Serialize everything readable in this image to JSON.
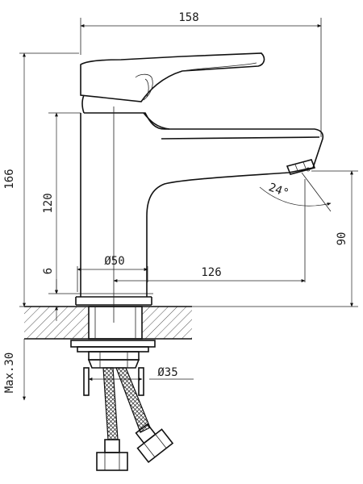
{
  "dimensions": {
    "overall_width": "158",
    "overall_height": "166",
    "body_height": "120",
    "base_offset": "6",
    "base_diameter": "Ø50",
    "spout_reach": "126",
    "spout_height": "90",
    "spout_angle": "24°",
    "deck_thickness": "Max.30",
    "shank_diameter": "Ø35"
  },
  "colors": {
    "line": "#111111",
    "background": "#ffffff"
  }
}
